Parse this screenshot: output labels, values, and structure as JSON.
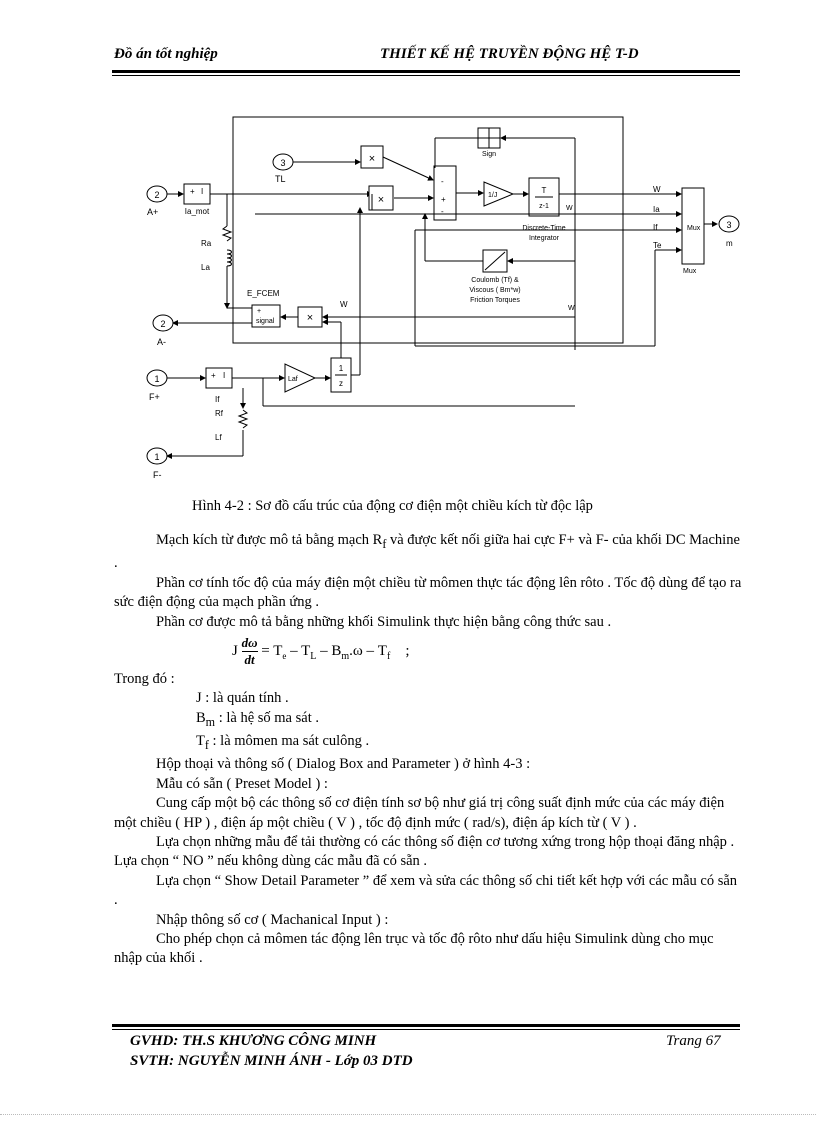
{
  "header": {
    "left": "Đồ án tốt nghiệp",
    "right": "THIẾT KẾ HỆ TRUYỀN ĐỘNG HỆ  T-D"
  },
  "diagram": {
    "port_A_plus_num": "2",
    "port_A_plus": "A+",
    "port_TL_num": "3",
    "port_TL": "TL",
    "port_A_minus_num": "2",
    "port_A_minus": "A-",
    "port_F_plus_num": "1",
    "port_F_plus": "F+",
    "port_F_minus_num": "1",
    "port_F_minus": "F-",
    "port_m_num": "3",
    "port_m": "m",
    "ia_mot": "Ia_mot",
    "ra": "Ra",
    "la": "La",
    "e_fcem": "E_FCEM",
    "signal": "signal",
    "sign": "Sign",
    "gain_1j": "1/J",
    "laf": "Laf",
    "integrator_num": "T",
    "integrator_den": "z-1",
    "integrator_label1": "Discrete-Time",
    "integrator_label2": "Integrator",
    "friction_label1": "Coulomb (Tf) &",
    "friction_label2": "Viscous ( Bm*w)",
    "friction_label3": "Friction Torques",
    "unit_delay_num": "1",
    "unit_delay_den": "z",
    "if_label": "If",
    "rf": "Rf",
    "lf": "Lf",
    "w1": "W",
    "w2": "W",
    "w3": "W",
    "mux_w": "W",
    "mux_ia": "Ia",
    "mux_if": "If",
    "mux_te": "Te",
    "mux": "Mux",
    "mux_label": "Mux"
  },
  "caption": "Hình 4-2 : Sơ đồ cấu trúc của động cơ điện một chiều kích từ độc lập",
  "body": {
    "p1a": "Mạch kích từ được mô tả bằng mạch R",
    "p1_sub": "f",
    "p1b": " và được kết nối giữa hai cực F+ và F- của khối DC Machine .",
    "p2": "Phần cơ tính tốc độ của máy điện một chiều từ mômen thực tác động lên rôto . Tốc độ dùng để tạo ra sức điện động của mạch phần ứng .",
    "p3": "Phần cơ được mô tả bằng những khối Simulink thực hiện bằng công thức sau .",
    "eq_J": "J",
    "eq_num": "dω",
    "eq_den": "dt",
    "eq_rhs": "= T",
    "eq_e": "e",
    "eq_mid1": " – T",
    "eq_L": "L",
    "eq_mid2": " – B",
    "eq_m": "m",
    "eq_mid3": ".ω – T",
    "eq_f": "f",
    "eq_end": "    ;",
    "p4": "Trong đó :",
    "d1": "J : là quán tính .",
    "d2a": "B",
    "d2_sub": "m",
    "d2b": " : là hệ số ma sát .",
    "d3a": "T",
    "d3_sub": "f",
    "d3b": " : là mômen ma sát culông .",
    "p5": "Hộp thoại và thông số ( Dialog Box and Parameter ) ở hình 4-3  :",
    "p6": "Mẫu có sẵn ( Preset Model ) :",
    "p7": "Cung cấp một bộ các thông số cơ điện tính sơ bộ như giá trị công suất định mức của các máy điện một chiều ( HP ) , điện áp một chiều ( V ) , tốc độ định mức ( rad/s), điện áp kích từ ( V ) .",
    "p8": "Lựa chọn những mẫu để tải thường có các thông số điện cơ tương xứng trong hộp thoại đăng nhập . Lựa chọn “ NO ” nếu không dùng các mẫu đã có sẵn .",
    "p9": "Lựa chọn “ Show Detail Parameter  ” để xem và sửa các thông số chi tiết kết hợp với các mẫu có sẵn .",
    "p10": "Nhập thông số cơ ( Machanical  Input ) :",
    "p11": "Cho phép chọn cả mômen tác động lên trục và tốc độ rôto như dấu hiệu Simulink dùng cho mục nhập của khối ."
  },
  "footer": {
    "gvhd": "GVHD:  TH.S KHƯƠNG  CÔNG  MINH",
    "svth": "SVTH:  NGUYỄN MINH ÁNH - Lớp 03 DTD",
    "page": "Trang 67"
  }
}
